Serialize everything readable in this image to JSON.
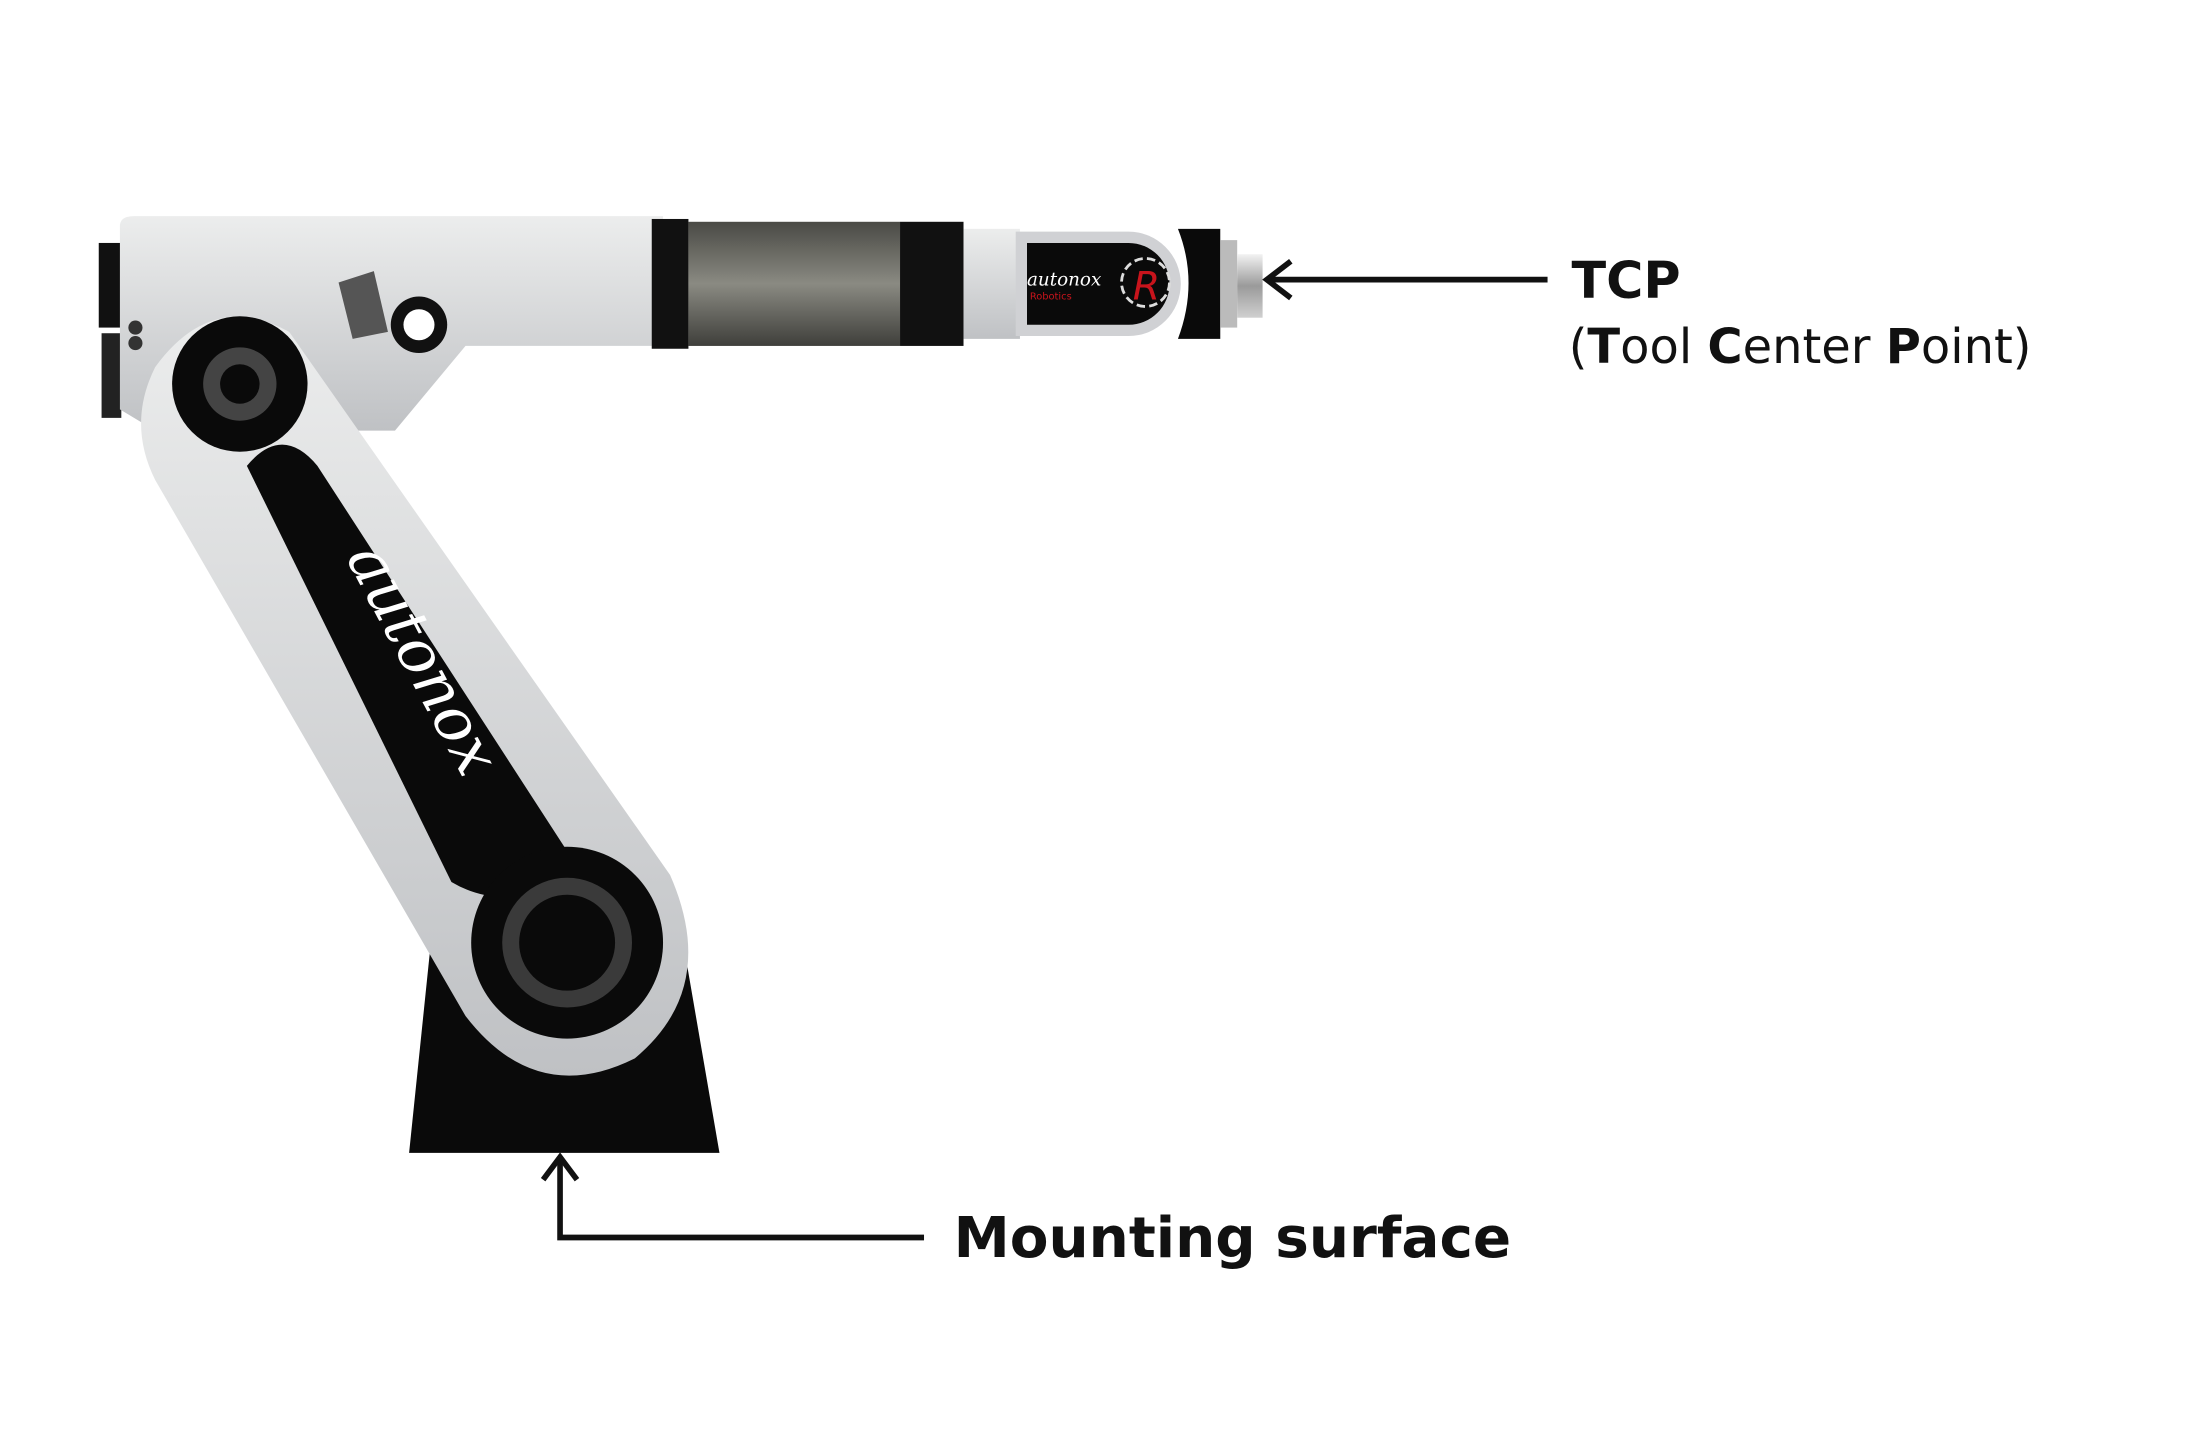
{
  "labels": {
    "tcp_title": "TCP",
    "tcp_open": "(",
    "tcp_T": "T",
    "tcp_ool": "ool ",
    "tcp_C": "C",
    "tcp_enter": "enter ",
    "tcp_P": "P",
    "tcp_oint": "oint)",
    "mounting_surface": "Mounting surface"
  },
  "robot": {
    "arm_logo": "autonox",
    "wrist_logo": "autonox",
    "wrist_sublogo": "Robotics",
    "wrist_emblem": "R"
  },
  "colors": {
    "arm_gray": "#d9dadd",
    "black": "#0a0a0a",
    "brand_red": "#c8141c",
    "carbon": "#6d6d66"
  }
}
